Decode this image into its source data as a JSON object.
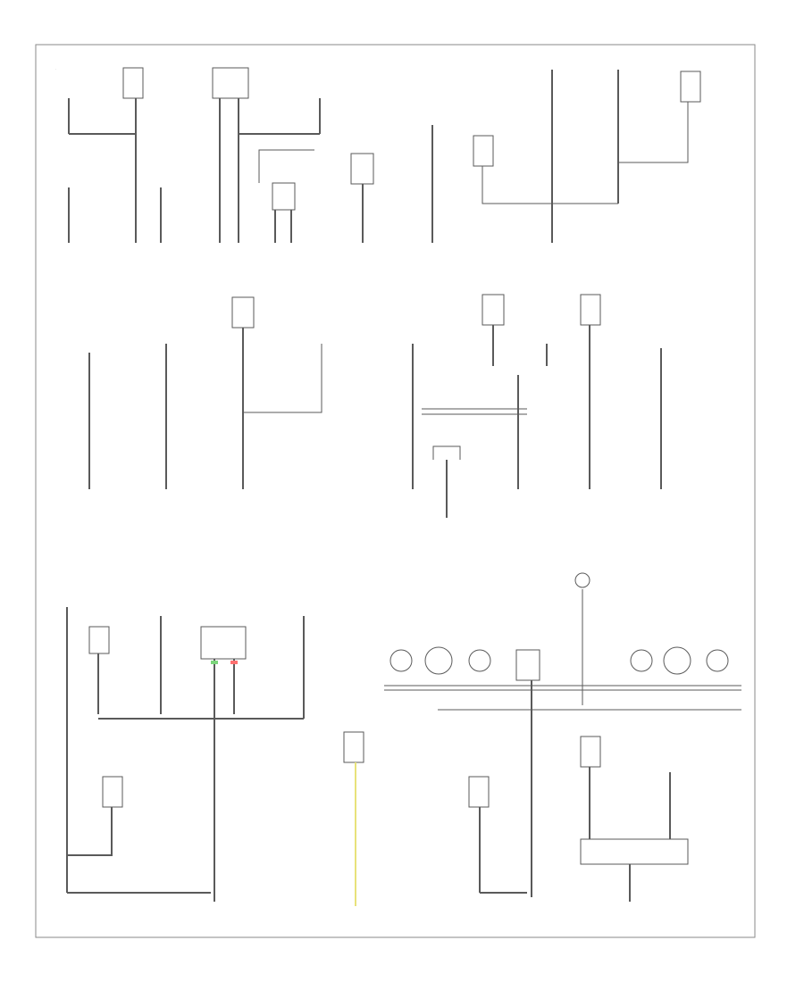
{
  "diagram": {
    "footer_code": "",
    "colors": {
      "wire": "#5a5a5a",
      "frame": "#8a8a8a",
      "text": "#7a7a7a",
      "wire_green": "#7cd67c",
      "wire_red": "#ff7070",
      "wire_yellow": "#e8e27a"
    },
    "sections": [
      {
        "name": "top-left-grounds"
      },
      {
        "name": "top-right-grounds"
      },
      {
        "name": "middle-left-grounds"
      },
      {
        "name": "middle-right-grounds"
      },
      {
        "name": "bottom-left-grounds"
      },
      {
        "name": "bottom-right-grounds"
      }
    ]
  }
}
